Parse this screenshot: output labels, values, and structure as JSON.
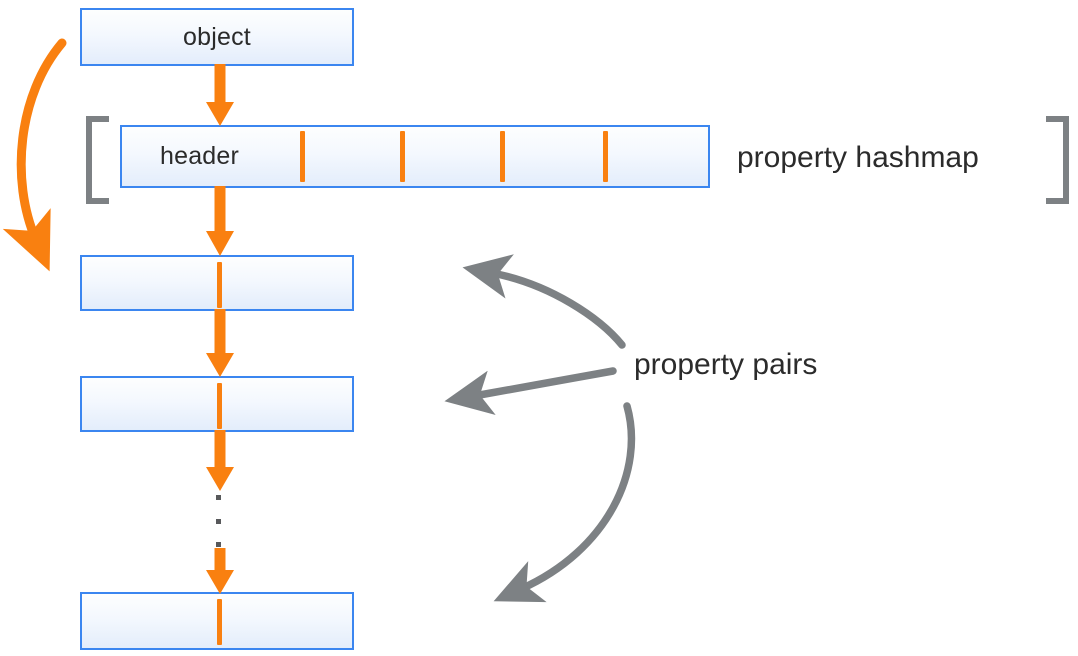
{
  "diagram": {
    "title": "object property hashmap and property pairs layout",
    "colors": {
      "box_border": "#3b86f0",
      "box_fill_top": "#fdfefe",
      "box_fill_bottom": "#e3edfb",
      "orange_accent": "#f98010",
      "gray_accent": "#7d8184",
      "text": "#2b2b2b",
      "dot": "#58595b"
    },
    "nodes": [
      {
        "id": "object",
        "label": "object",
        "has_label": true
      },
      {
        "id": "header",
        "label": "header",
        "has_label": true
      },
      {
        "id": "pair-1",
        "label": "",
        "has_label": false
      },
      {
        "id": "pair-2",
        "label": "",
        "has_label": false
      },
      {
        "id": "pair-n",
        "label": "",
        "has_label": false
      }
    ],
    "labels": {
      "property_hashmap": "property hashmap",
      "property_pairs": "property pairs"
    },
    "hashmap": {
      "slot_count": 4,
      "slot_positions": [
        302,
        402,
        502,
        605
      ]
    },
    "ellipsis": {
      "dot_count": 3
    },
    "brackets": {
      "left": "[",
      "right": "]"
    },
    "arrows": {
      "orange_chain_count": 4,
      "orange_curve_label": "object-to-first-pair",
      "gray_pointer_count": 3
    }
  }
}
